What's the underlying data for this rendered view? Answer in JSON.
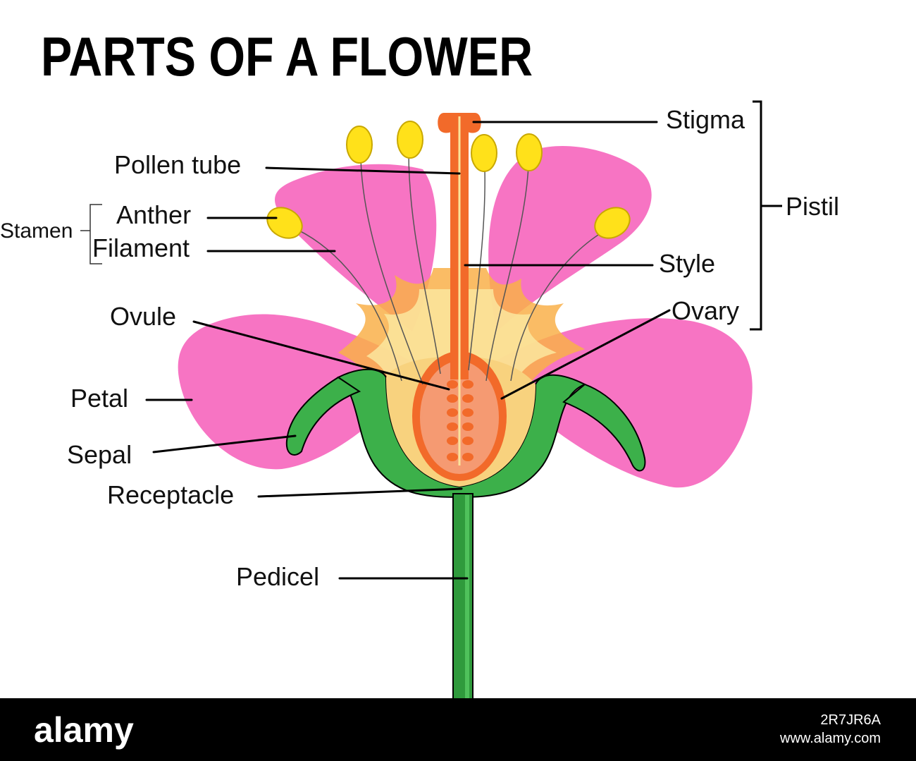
{
  "title": "PARTS OF A FLOWER",
  "labels": {
    "stigma": "Stigma",
    "pollen_tube": "Pollen tube",
    "pistil": "Pistil",
    "stamen": "Stamen",
    "anther": "Anther",
    "filament": "Filament",
    "style": "Style",
    "ovary": "Ovary",
    "ovule": "Ovule",
    "petal": "Petal",
    "sepal": "Sepal",
    "receptacle": "Receptacle",
    "pedicel": "Pedicel"
  },
  "footer": {
    "logo": "alamy",
    "image_id": "2R7JR6A",
    "site": "www.alamy.com"
  },
  "colors": {
    "petal": "#f774c3",
    "sepal": "#3cb04a",
    "pedicel": "#2f9a3c",
    "receptacle_fill": "#f8d27e",
    "ovary_outer": "#f26a2a",
    "ovary_inner": "#f59a72",
    "style": "#f26a2a",
    "anther": "#ffe11a",
    "footer_bg": "#000000"
  }
}
